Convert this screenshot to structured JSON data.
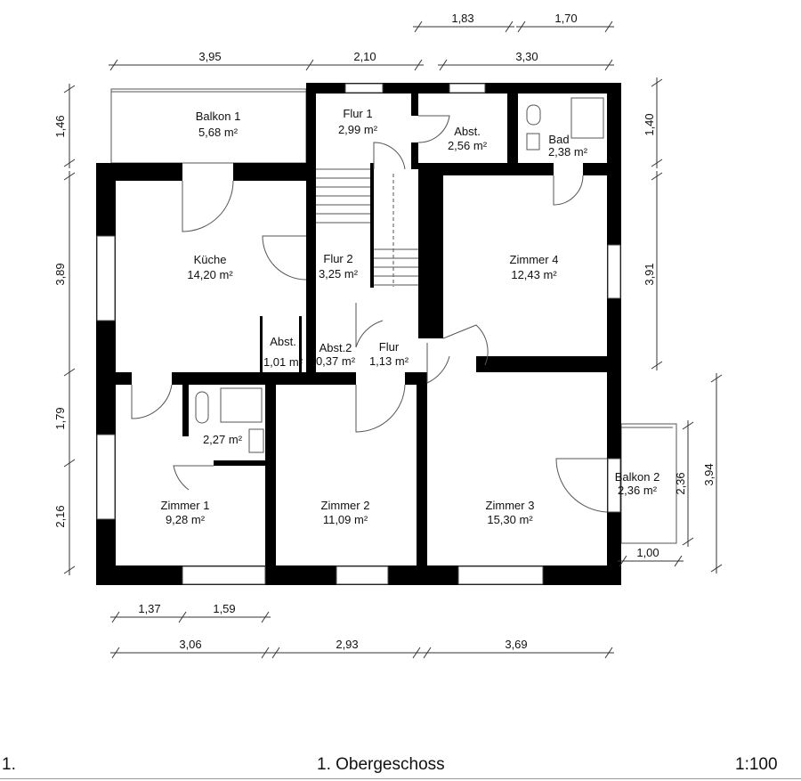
{
  "rooms": {
    "balkon1": {
      "name": "Balkon 1",
      "area": "5,68 m²"
    },
    "flur1": {
      "name": "Flur 1",
      "area": "2,99 m²"
    },
    "abst_top": {
      "name": "Abst.",
      "area": "2,56 m²"
    },
    "bad": {
      "name": "Bad",
      "area": "2,38 m²"
    },
    "kueche": {
      "name": "Küche",
      "area": "14,20 m²"
    },
    "flur2": {
      "name": "Flur 2",
      "area": "3,25 m²"
    },
    "zimmer4": {
      "name": "Zimmer 4",
      "area": "12,43 m²"
    },
    "abst": {
      "name": "Abst.",
      "area": "1,01 m²"
    },
    "abst2": {
      "name": "Abst.2",
      "area": "0,37 m²"
    },
    "flur": {
      "name": "Flur",
      "area": "1,13 m²"
    },
    "bath2": {
      "area": "2,27 m²"
    },
    "zimmer1": {
      "name": "Zimmer 1",
      "area": "9,28 m²"
    },
    "zimmer2": {
      "name": "Zimmer 2",
      "area": "11,09 m²"
    },
    "zimmer3": {
      "name": "Zimmer 3",
      "area": "15,30 m²"
    },
    "balkon2": {
      "name": "Balkon 2",
      "area": "2,36 m²"
    }
  },
  "dimensions": {
    "top": [
      "3,95",
      "2,10",
      "3,30",
      "1,83",
      "1,70"
    ],
    "left": [
      "1,46",
      "3,89",
      "1,79",
      "2,16"
    ],
    "right": [
      "1,40",
      "3,91",
      "2,36",
      "3,94",
      "1,00"
    ],
    "bottom": [
      "1,37",
      "1,59",
      "3,06",
      "2,93",
      "3,69"
    ]
  },
  "footer": {
    "number": "1.",
    "title": "1. Obergeschoss",
    "scale": "1:100"
  }
}
